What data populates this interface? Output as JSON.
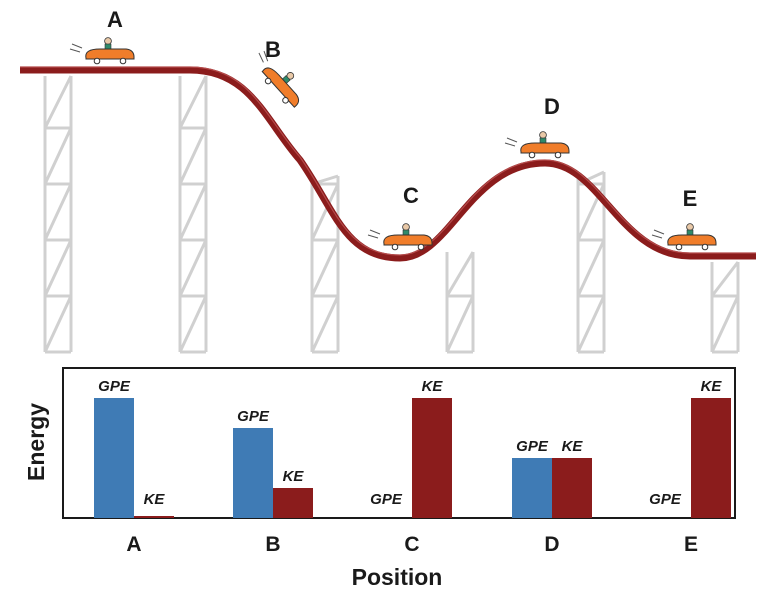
{
  "positions": [
    {
      "id": "A",
      "label": "A"
    },
    {
      "id": "B",
      "label": "B"
    },
    {
      "id": "C",
      "label": "C"
    },
    {
      "id": "D",
      "label": "D"
    },
    {
      "id": "E",
      "label": "E"
    }
  ],
  "colors": {
    "track": "#8b1c1c",
    "gpe": "#3f7bb5",
    "ke": "#8b1c1c",
    "car": "#f07d2a",
    "support": "#cfcfcf"
  },
  "chart_data": {
    "type": "bar",
    "categories": [
      "A",
      "B",
      "C",
      "D",
      "E"
    ],
    "series": [
      {
        "name": "GPE",
        "values": [
          100,
          75,
          0,
          50,
          0
        ]
      },
      {
        "name": "KE",
        "values": [
          0,
          25,
          100,
          50,
          100
        ]
      }
    ],
    "series_labels": {
      "gpe": [
        "GPE",
        "GPE",
        "GPE",
        "GPE",
        "GPE"
      ],
      "ke": [
        "KE",
        "KE",
        "KE",
        "KE",
        "KE"
      ]
    },
    "xlabel": "Position",
    "ylabel": "Energy",
    "ylim": [
      0,
      100
    ],
    "grid": false,
    "legend": "none"
  }
}
